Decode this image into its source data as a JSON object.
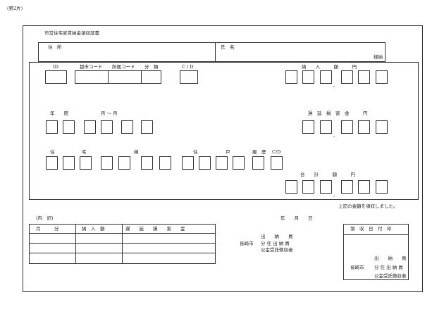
{
  "page_label": "(第2片)",
  "form_title": "市営住宅家賃納金領収証書",
  "address_label": "住　所",
  "name_label": "氏　名",
  "honorific": "様納",
  "header": {
    "id": "ID",
    "city_code": "都市コード",
    "dept_code": "所属コード",
    "category": "分　類",
    "cd": "C / D",
    "payment_amount": "納　　入　　　額　　　円"
  },
  "period": {
    "year": "年　　度",
    "month_range": "月 〜 月",
    "late_fee": "遅　延　損　害　金　　　円"
  },
  "housing": {
    "residence": "住",
    "house": "宅",
    "building": "棟",
    "dwelling": "住",
    "unit": "戸",
    "history": "履　歴",
    "cd": "C/D",
    "total": "合　　計　　　額　　　円"
  },
  "received_note": "上記の金額を領収しました。",
  "date_label": "年　　月　　日",
  "breakdown": {
    "title": "(内　訳)",
    "col_month": "月　　　分",
    "col_amount": "納　入　額",
    "col_late": "遅　　延　　損　　害　　金"
  },
  "receipt_stamp_label": "領　収　日　付　印",
  "issuer_center": {
    "line1": "出　　納　　員",
    "city": "長崎市",
    "line2": "分 任 出 納 員",
    "line3": "公金受託徴収者"
  },
  "issuer_right": {
    "line1": "出　　納　　員",
    "city": "長崎市",
    "line2": "分 任 出 納 員",
    "line3": "公金受託徴収者"
  }
}
